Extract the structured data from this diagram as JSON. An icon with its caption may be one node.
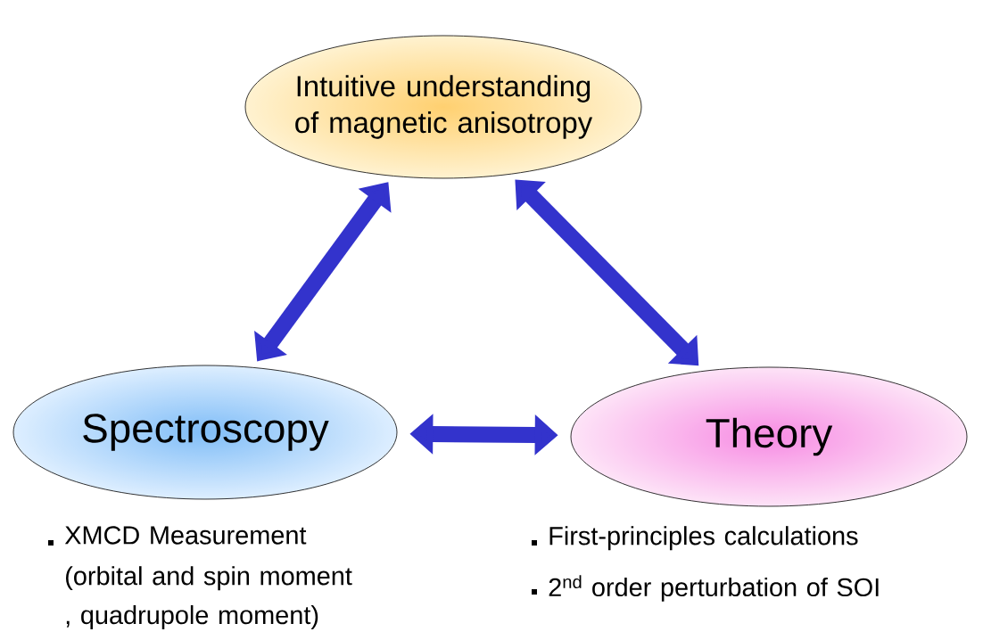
{
  "diagram": {
    "nodes": [
      {
        "text": [
          "Intuitive understanding of magnetic anisotropy"
        ]
      },
      {
        "text": [
          "Spectroscopy"
        ],
        "beside": [
          "XMCD Measurement",
          "(orbital and spin moment , quadrupole moment)"
        ]
      },
      {
        "text": [
          "Theory"
        ],
        "beside": [
          "First-principles calculations",
          "2$^{nd}$ order perturbation of SOI"
        ]
      }
    ],
    "edges": [
      {
        "from": 0,
        "to": 1,
        "arrow": "both"
      },
      {
        "from": 0,
        "to": 2,
        "arrow": "both"
      },
      {
        "from": 1,
        "to": 2,
        "arrow": "both"
      }
    ]
  }
}
